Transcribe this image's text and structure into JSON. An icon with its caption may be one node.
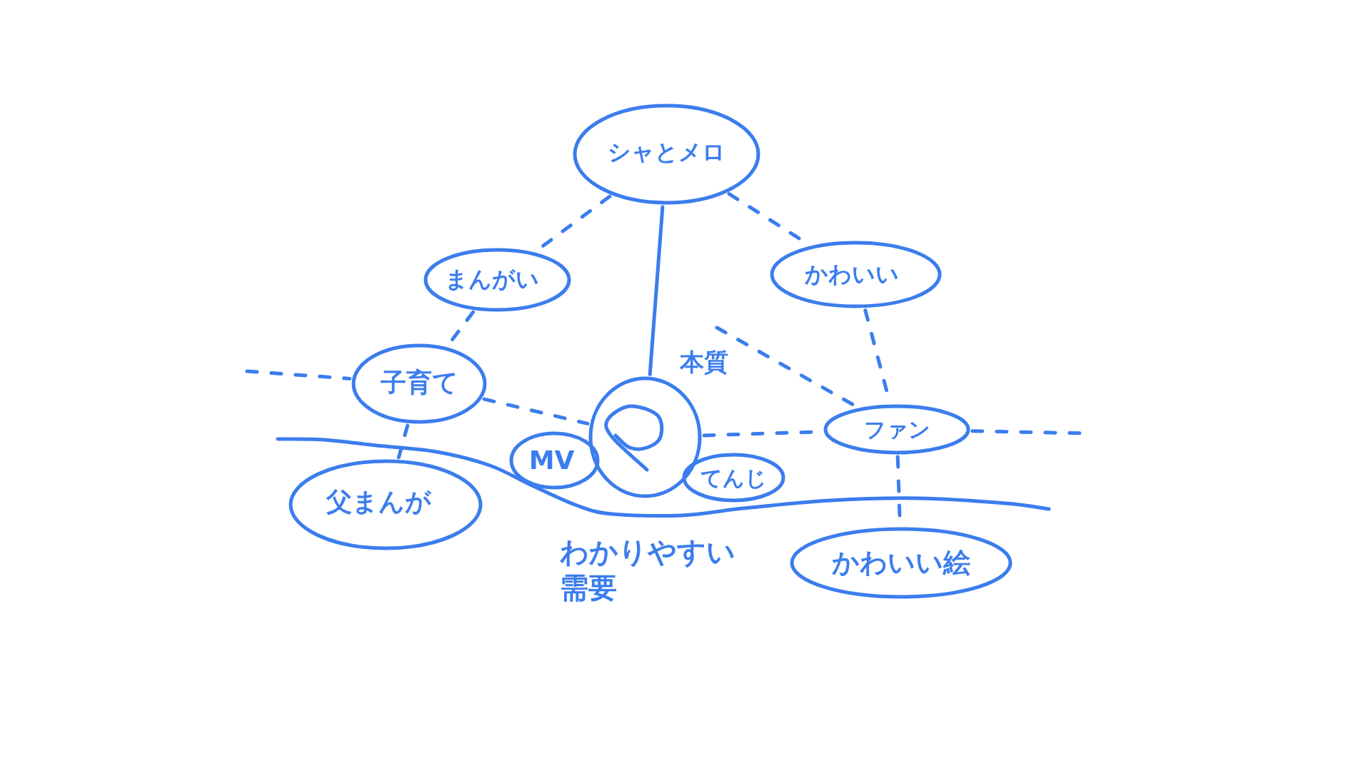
{
  "diagram": {
    "nodes": [
      {
        "text": [
          "シャとメロ"
        ]
      },
      {
        "text": [
          "まんがい"
        ]
      },
      {
        "text": [
          "かわいい"
        ]
      },
      {
        "text": [
          "子育て"
        ]
      },
      {
        "text": [],
        "shape": "circle",
        "beside": [
          "本質"
        ]
      },
      {
        "text": [
          "ファン"
        ]
      },
      {
        "text": [
          "MV"
        ]
      },
      {
        "text": [
          "てんじ"
        ]
      },
      {
        "text": [
          "父まんが"
        ]
      },
      {
        "text": [
          "かわいい絵"
        ]
      }
    ],
    "edges": [
      {
        "from": 0,
        "to": 1,
        "arrow": "none",
        "style": "dashed"
      },
      {
        "from": 0,
        "to": 2,
        "arrow": "none",
        "style": "dashed"
      },
      {
        "from": 0,
        "to": 4,
        "arrow": "none"
      },
      {
        "from": 1,
        "to": 3,
        "arrow": "none",
        "style": "dashed"
      },
      {
        "from": null,
        "to": 3,
        "arrow": "none",
        "style": "dashed"
      },
      {
        "from": 3,
        "to": 4,
        "arrow": "none",
        "style": "dashed"
      },
      {
        "from": 3,
        "to": 8,
        "arrow": "none",
        "style": "dashed"
      },
      {
        "from": 4,
        "to": 5,
        "arrow": "none",
        "style": "dashed"
      },
      {
        "from": null,
        "to": 5,
        "arrow": "none",
        "style": "dashed"
      },
      {
        "from": 2,
        "to": 5,
        "arrow": "none",
        "style": "dashed"
      },
      {
        "from": 5,
        "to": null,
        "arrow": "none",
        "style": "dashed"
      },
      {
        "from": 5,
        "to": 9,
        "arrow": "none",
        "style": "dashed"
      }
    ],
    "labels": [
      "わかりやすい需要"
    ]
  }
}
